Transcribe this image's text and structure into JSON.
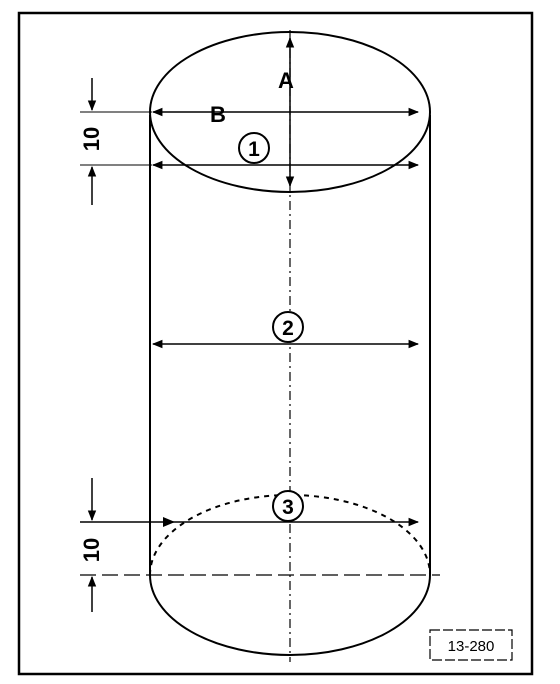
{
  "diagram": {
    "label_a": "A",
    "label_b": "B",
    "point_1": "1",
    "point_2": "2",
    "point_3": "3",
    "dim_top": "10",
    "dim_bottom": "10",
    "figure_ref": "13-280"
  },
  "colors": {
    "ink": "#000000",
    "paper": "#ffffff"
  }
}
